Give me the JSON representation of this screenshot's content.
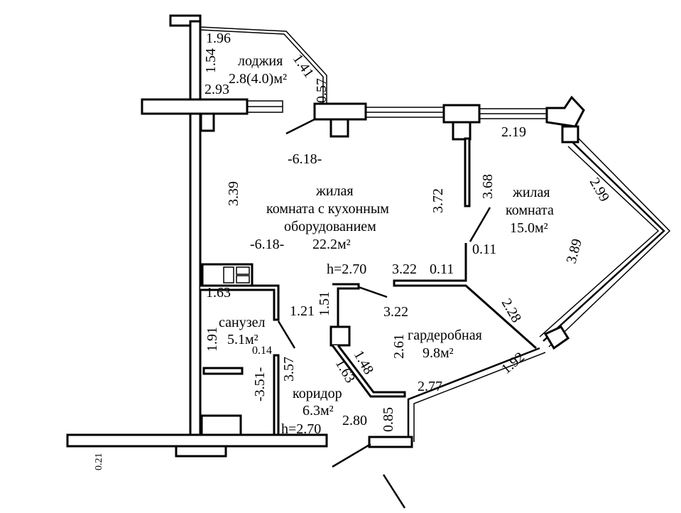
{
  "rooms": {
    "loggia": {
      "name": "лоджия",
      "area": "2.8(4.0)м²"
    },
    "living_kitchen": {
      "line1": "жилая",
      "line2": "комната с кухонным",
      "line3": "оборудованием",
      "area": "22.2м²"
    },
    "living": {
      "line1": "жилая",
      "line2": "комната",
      "area": "15.0м²"
    },
    "wardrobe": {
      "name": "гардеробная",
      "area": "9.8м²"
    },
    "bathroom": {
      "name": "санузел",
      "area": "5.1м²"
    },
    "corridor": {
      "name": "коридор",
      "area": "6.3м²"
    }
  },
  "dimensions": {
    "d196": "1.96",
    "d154": "1.54",
    "d141": "1.41",
    "d057": "0.57",
    "d293": "2.93",
    "d618a": "-6.18-",
    "d618b": "-6.18-",
    "d339": "3.39",
    "d372": "3.72",
    "d368": "3.68",
    "d219": "2.19",
    "d299": "2.99",
    "d389": "3.89",
    "d011a": "0.11",
    "d011b": "0.11",
    "d322a": "3.22",
    "d322b": "3.22",
    "h1": "h=2.70",
    "h2": "h=2.70",
    "d228": "2.28",
    "d163a": "1.63",
    "d121": "1.21",
    "d151": "1.51",
    "d261": "2.61",
    "d191": "1.91",
    "d014": "0.14",
    "d357": "3.57",
    "d351": "-3.51-",
    "d163b": "1.63",
    "d148": "1.48",
    "d192": "1.92",
    "d277": "2.77",
    "d280": "2.80",
    "d085": "0.85",
    "d021": "0.21"
  }
}
